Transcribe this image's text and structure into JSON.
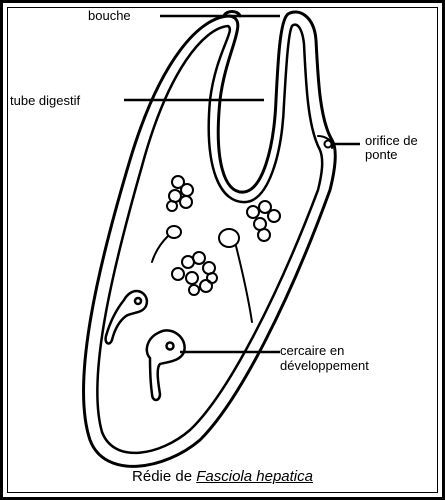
{
  "labels": {
    "mouth": "bouche",
    "gut": "tube digestif",
    "birth_pore_line1": "orifice de",
    "birth_pore_line2": "ponte",
    "cercaria_line1": "cercaire en",
    "cercaria_line2": "développement"
  },
  "caption": {
    "prefix": "Rédie de ",
    "species": "Fasciola hepatica"
  },
  "colors": {
    "ink": "#000000",
    "background": "#ffffff"
  }
}
